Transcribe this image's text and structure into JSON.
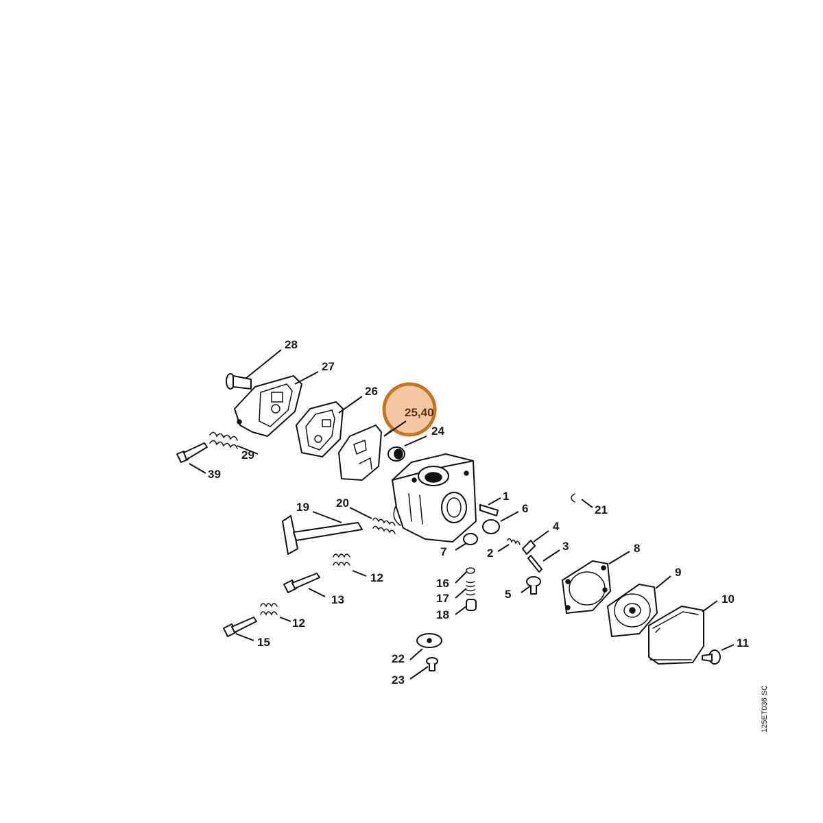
{
  "diagram": {
    "drawing_code": "125ET036 SC",
    "highlight": {
      "label": "25,40",
      "fill": "#f3c9a3",
      "stroke": "#c8731e"
    },
    "callouts": {
      "c1": "1",
      "c2": "2",
      "c3": "3",
      "c4": "4",
      "c5": "5",
      "c6": "6",
      "c7": "7",
      "c8": "8",
      "c9": "9",
      "c10": "10",
      "c11": "11",
      "c12a": "12",
      "c12b": "12",
      "c13": "13",
      "c15": "15",
      "c16": "16",
      "c17": "17",
      "c18": "18",
      "c19": "19",
      "c20": "20",
      "c21": "21",
      "c22": "22",
      "c23": "23",
      "c24": "24",
      "c26": "26",
      "c27": "27",
      "c28": "28",
      "c29": "29",
      "c39": "39"
    }
  }
}
